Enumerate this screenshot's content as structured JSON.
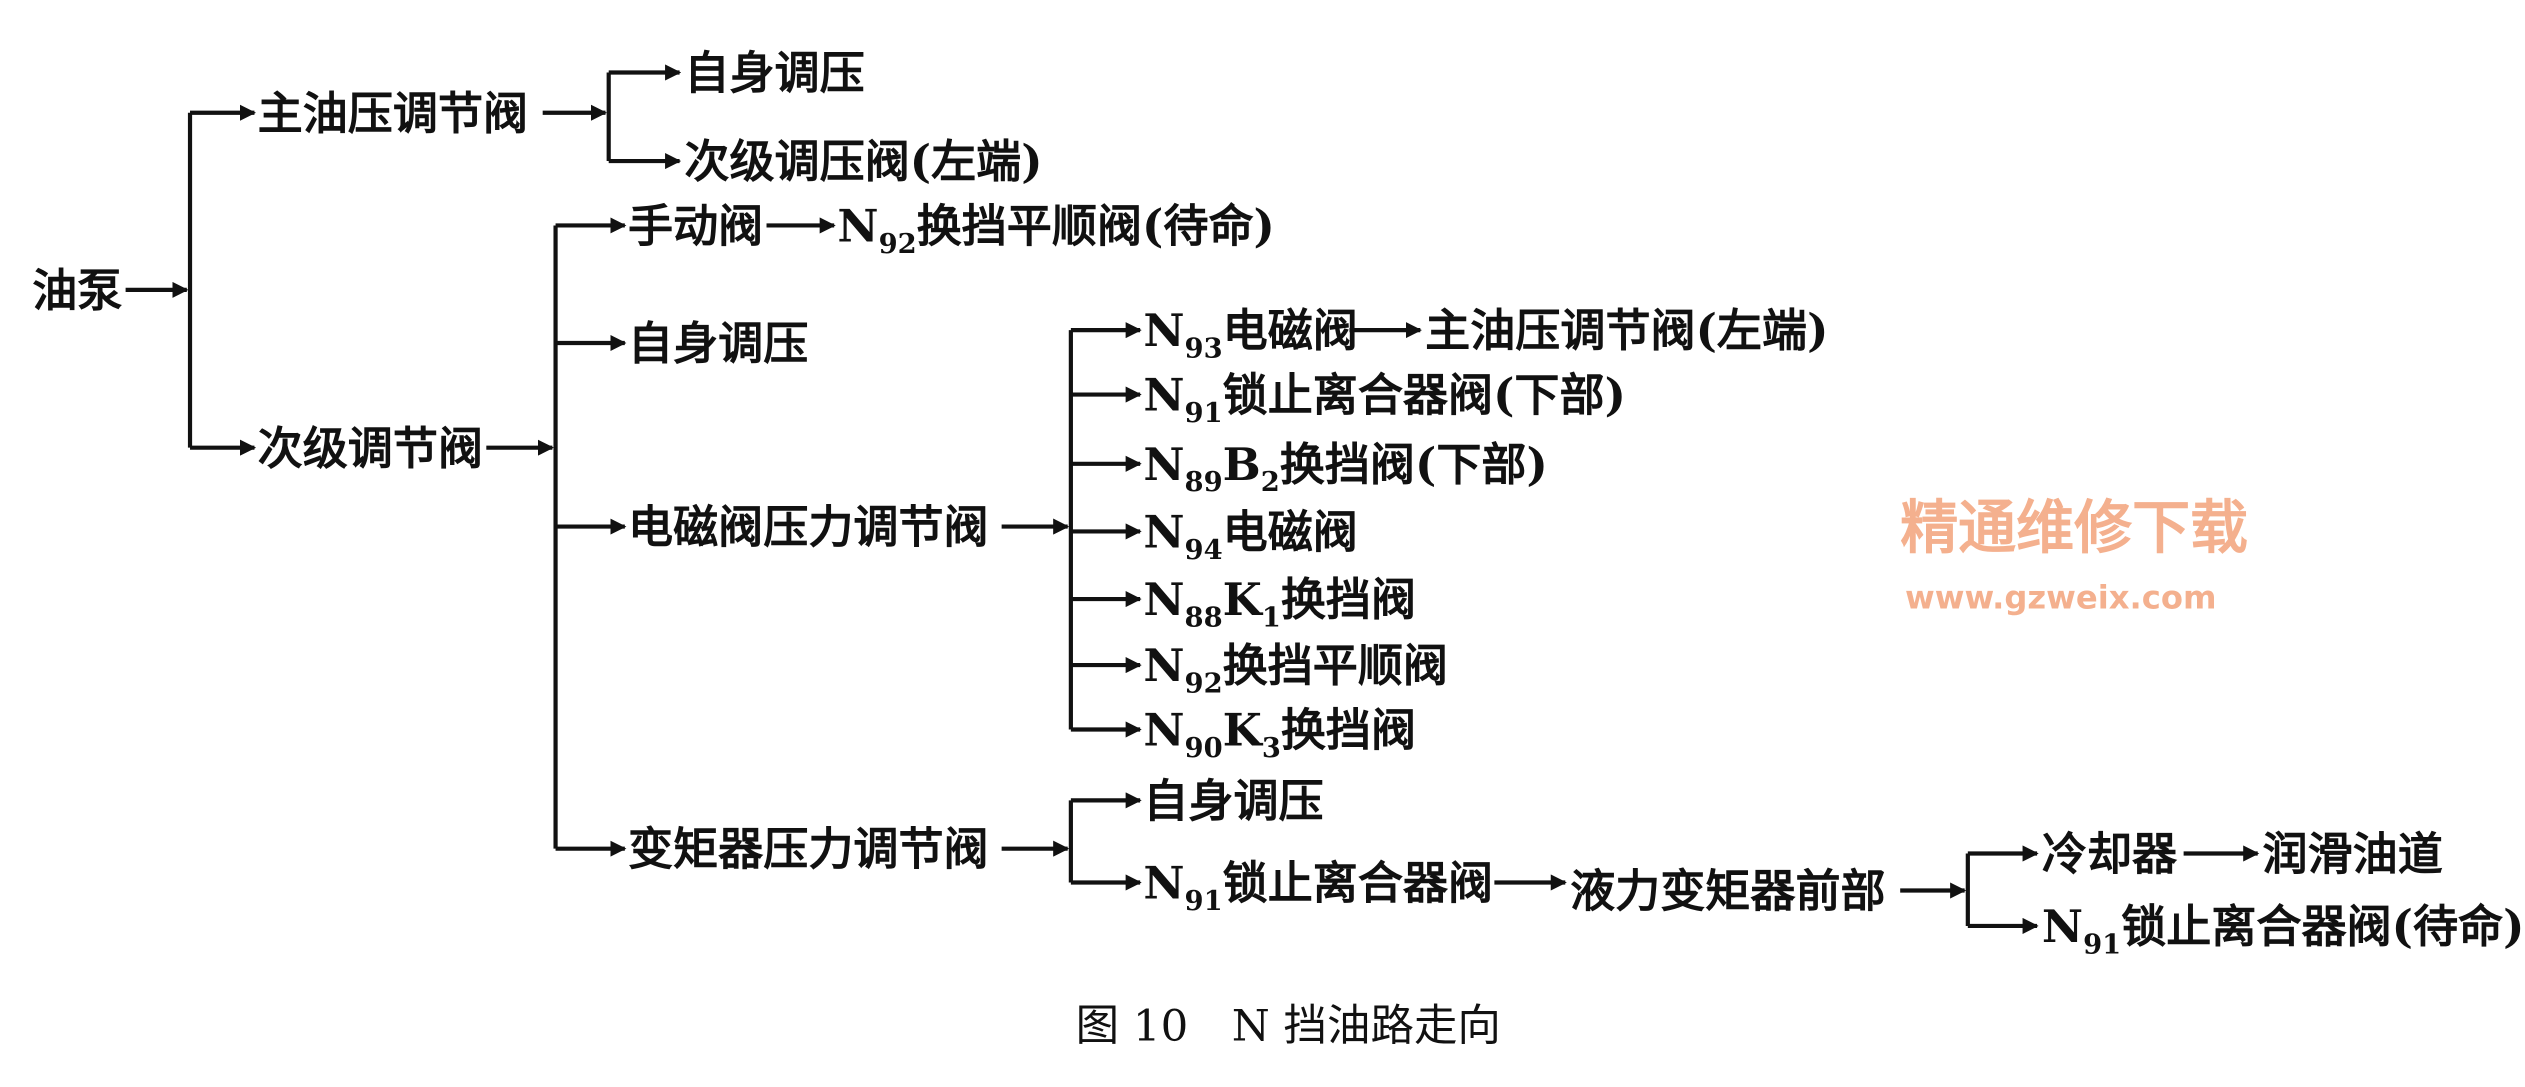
{
  "diagram": {
    "pump": "油泵",
    "main_reg": "主油压调节阀",
    "main_self": "自身调压",
    "main_sec": "次级调压阀(左端)",
    "sec_reg": "次级调节阀",
    "manual": "手动阀",
    "n92_standby": {
      "a": "N",
      "s": "92",
      "b": "换挡平顺阀(待命)"
    },
    "sec_self": "自身调压",
    "sol_reg": "电磁阀压力调节阀",
    "n93": {
      "a": "N",
      "s": "93",
      "b": "电磁阀"
    },
    "n93_target": "主油压调节阀(左端)",
    "n91_lower": {
      "a": "N",
      "s": "91",
      "b": "锁止离合器阀(下部)"
    },
    "n89": {
      "a": "N",
      "s": "89",
      "b": "B",
      "s2": "2",
      "c": "换挡阀(下部)"
    },
    "n94": {
      "a": "N",
      "s": "94",
      "b": "电磁阀"
    },
    "n88": {
      "a": "N",
      "s": "88",
      "b": "K",
      "s2": "1",
      "c": "换挡阀"
    },
    "n92": {
      "a": "N",
      "s": "92",
      "b": "换挡平顺阀"
    },
    "n90": {
      "a": "N",
      "s": "90",
      "b": "K",
      "s2": "3",
      "c": "换挡阀"
    },
    "tc_reg": "变矩器压力调节阀",
    "tc_self": "自身调压",
    "n91": {
      "a": "N",
      "s": "91",
      "b": "锁止离合器阀"
    },
    "tc_front": "液力变矩器前部",
    "cooler": "冷却器",
    "lube": "润滑油道",
    "n91_standby": {
      "a": "N",
      "s": "91",
      "b": "锁止离合器阀(待命)"
    }
  },
  "caption": "图 10　N 挡油路走向",
  "watermark": {
    "title": "精通维修下载",
    "url": "www.gzweix.com"
  }
}
